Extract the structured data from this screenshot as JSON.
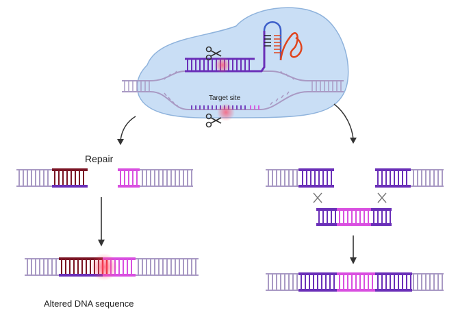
{
  "labels": {
    "target_site": "Target site",
    "repair": "Repair",
    "altered": "Altered DNA sequence"
  },
  "colors": {
    "cell_fill": "#c9def5",
    "cell_stroke": "#8fb3dc",
    "dna_light": "#a99ac4",
    "dna_purple": "#6a2fb8",
    "dna_magenta": "#d94fe0",
    "dna_dark_red": "#7a1424",
    "cut_glow": "#ff4d6a",
    "guide_rna": "#e0451f",
    "guide_black": "#222222",
    "guide_blue": "#3d5fc9",
    "scissors": "#333333",
    "arrow": "#333333"
  },
  "icons": [
    "scissors-icon",
    "scissors-icon",
    "cross-icon",
    "cross-icon"
  ]
}
